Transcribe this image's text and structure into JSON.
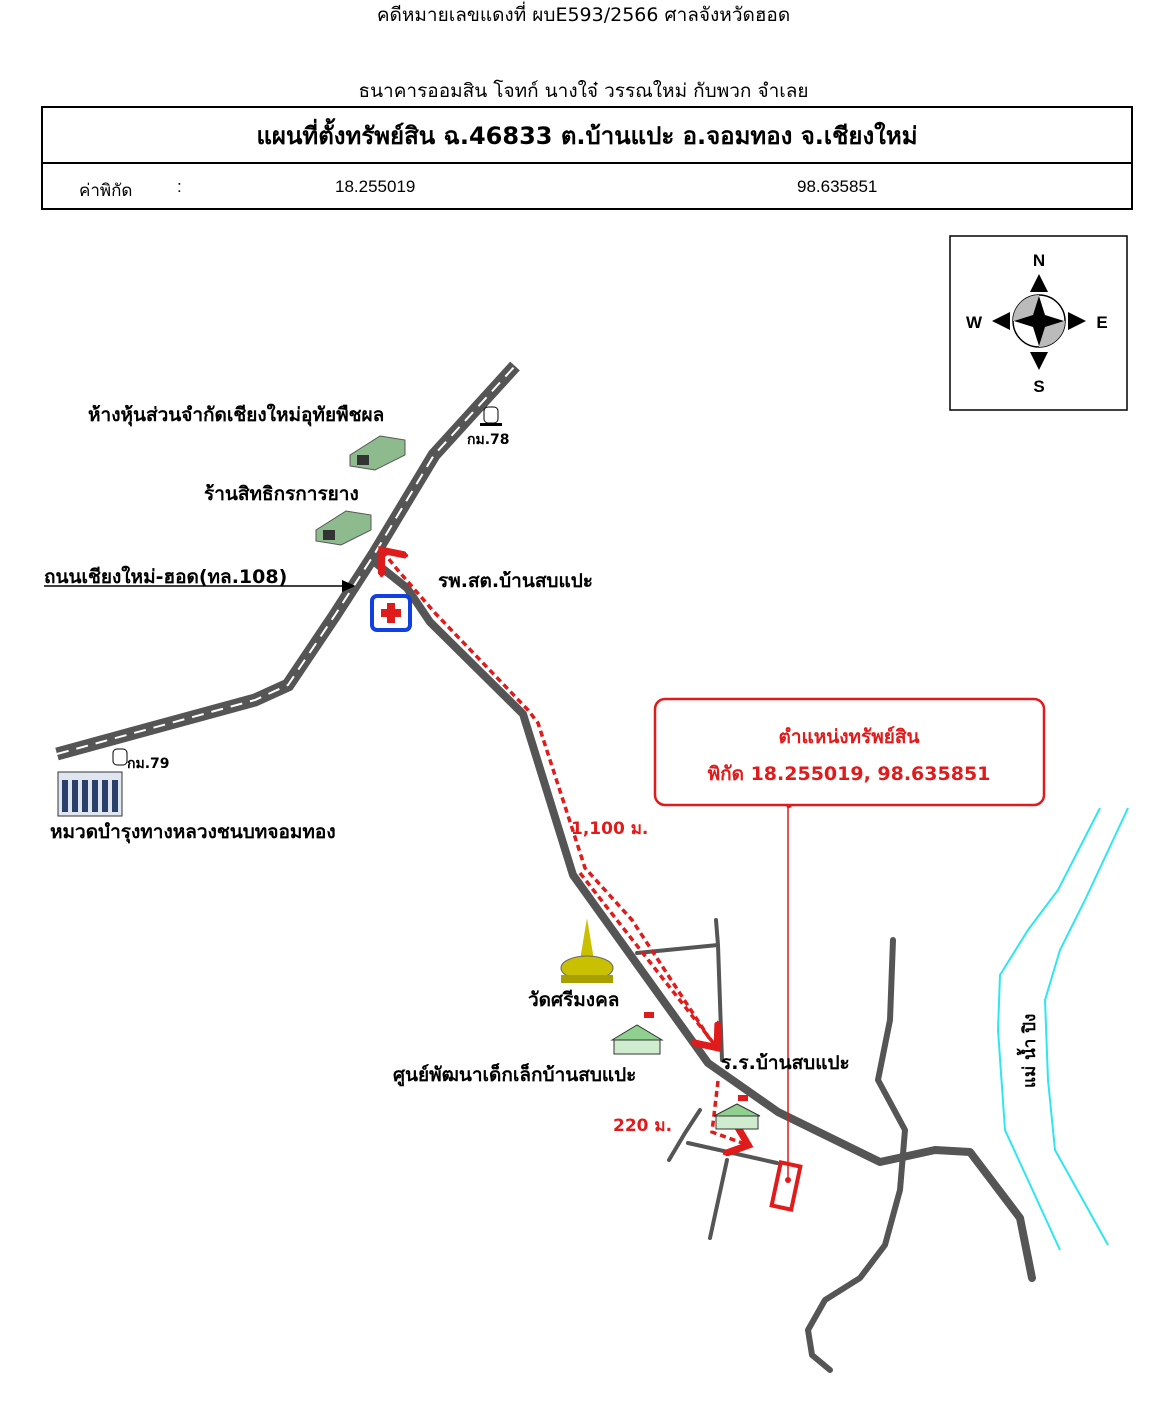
{
  "header": {
    "case_line": "คดีหมายเลขแดงที่ ผบE593/2566 ศาลจังหวัดฮอด",
    "party_line": "ธนาคารออมสิน โจทก์ นางใจ๋ วรรณใหม่ กับพวก จำเลย"
  },
  "info_box": {
    "title": "แผนที่ตั้งทรัพย์สิน ฉ.46833 ต.บ้านแปะ อ.จอมทอง จ.เชียงใหม่",
    "coord_label": "ค่าพิกัด",
    "coord_sep": ":",
    "latitude": "18.255019",
    "longitude": "98.635851"
  },
  "compass": {
    "north": "N",
    "south": "S",
    "east": "E",
    "west": "W"
  },
  "map": {
    "landmarks": {
      "partnership": "ห้างหุ้นส่วนจำกัดเชียงใหม่อุทัยพืชผล",
      "km78": "กม.78",
      "rubber_shop": "ร้านสิทธิกรการยาง",
      "road_name": "ถนนเชียงใหม่-ฮอด(ทล.108)",
      "health_center": "รพ.สต.บ้านสบแปะ",
      "km79": "กม.79",
      "highway_office": "หมวดบำรุงทางหลวงชนบทจอมทอง",
      "temple": "วัดศรีมงคล",
      "child_center": "ศูนย์พัฒนาเด็กเล็กบ้านสบแปะ",
      "school": "ร.ร.บ้านสบแปะ",
      "river": "แม่ น้ำ ปิง"
    },
    "distances": {
      "d1": "1,100 ม.",
      "d2": "220 ม."
    },
    "property_callout": {
      "title": "ตำแหน่งทรัพย์สิน",
      "coords": "พิกัด 18.255019, 98.635851"
    },
    "colors": {
      "route": "#e01b1b",
      "road": "#555555",
      "river": "#2ee6f0",
      "hospital": "#1040e0"
    }
  }
}
